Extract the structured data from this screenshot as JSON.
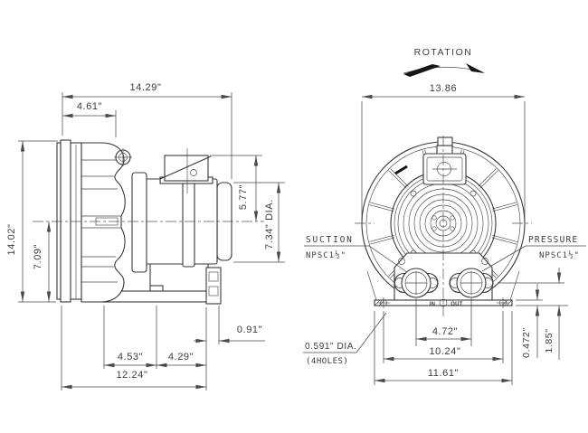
{
  "side_view": {
    "dims": {
      "overall_length": "14.29\"",
      "housing_depth": "4.61\"",
      "overall_height": "14.02\"",
      "centerline_height": "7.09\"",
      "centerline_to_top": "5.77\"",
      "motor_diameter": "7.34\" DIA.",
      "foot_slot_spacing": "4.53\"",
      "slot_to_rear": "4.29\"",
      "rear_overhang": "0.91\"",
      "base_length": "12.24\""
    }
  },
  "front_view": {
    "rotation_label": "ROTATION",
    "dims": {
      "overall_width": "13.86",
      "port_spacing": "4.72\"",
      "mounting_hole_spacing": "10.24\"",
      "base_width": "11.61\"",
      "base_thickness": "0.472\"",
      "port_centerline_height": "1.85\""
    },
    "labels": {
      "suction": "SUCTION",
      "suction_thread": "NPSC1½\"",
      "pressure": "PRESSURE",
      "pressure_thread": "NPSC1½\"",
      "mounting_holes_dia": "0.591\" DIA.",
      "mounting_holes_count": "(4HOLES)",
      "inlet": "IN",
      "outlet": "OUT"
    }
  }
}
